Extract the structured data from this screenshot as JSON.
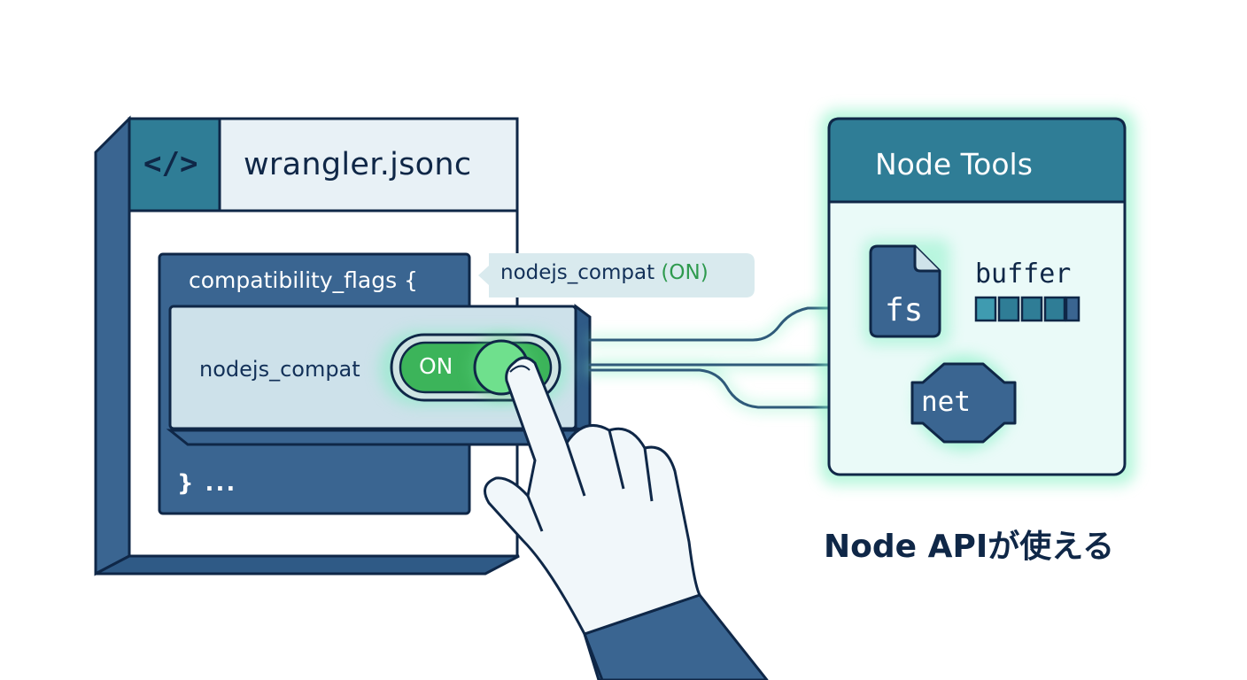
{
  "config_file": {
    "icon": "code-icon",
    "icon_glyph": "</>",
    "filename": "wrangler.jsonc",
    "block_open": "compatibility_flags {",
    "flag_name": "nodejs_compat",
    "toggle_label": "ON",
    "block_close": "} ..."
  },
  "callout": {
    "flag": "nodejs_compat",
    "state": "(ON)"
  },
  "node_tools": {
    "title": "Node Tools",
    "modules": [
      "fs",
      "buffer",
      "net"
    ]
  },
  "caption": "Node APIが使える",
  "colors": {
    "navy": "#123058",
    "panel_blue": "#3a6591",
    "teal": "#2f7d96",
    "teal_light": "#3f9bb0",
    "green": "#3cb45a",
    "glow": "#7df0c0"
  }
}
